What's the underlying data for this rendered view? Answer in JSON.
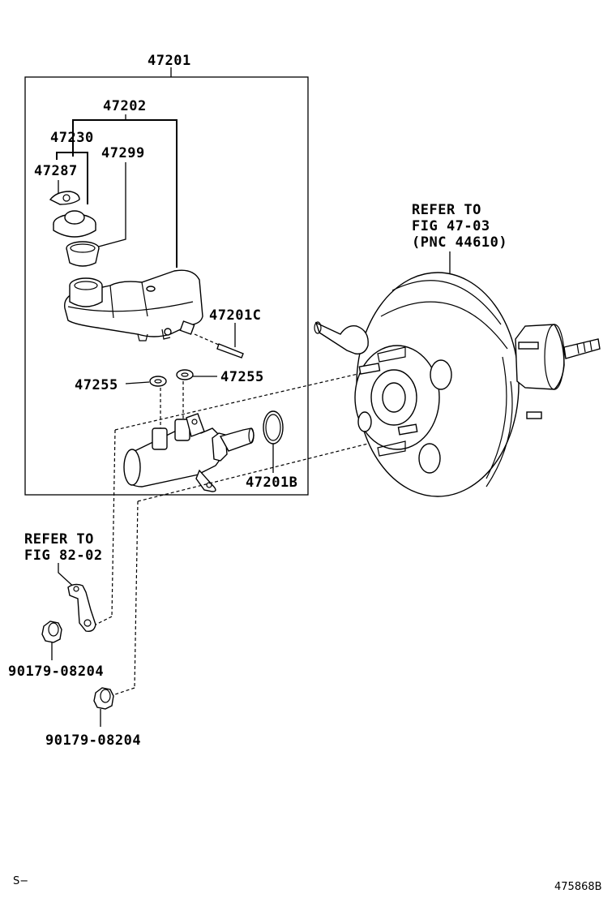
{
  "labels": {
    "assembly": "47201",
    "reservoir": "47202",
    "cap_assembly": "47230",
    "cap_part": "47287",
    "strainer": "47299",
    "pin": "47201C",
    "grommet_left": "47255",
    "grommet_right": "47255",
    "o_ring": "47201B",
    "nut_upper": "90179-08204",
    "nut_lower": "90179-08204",
    "corner_left": "S−",
    "corner_right": "475868B"
  },
  "refs": {
    "booster_line1": "REFER TO",
    "booster_line2": "FIG 47-03",
    "booster_line3": "(PNC 44610)",
    "bracket_line1": "REFER TO",
    "bracket_line2": "FIG 82-02"
  }
}
